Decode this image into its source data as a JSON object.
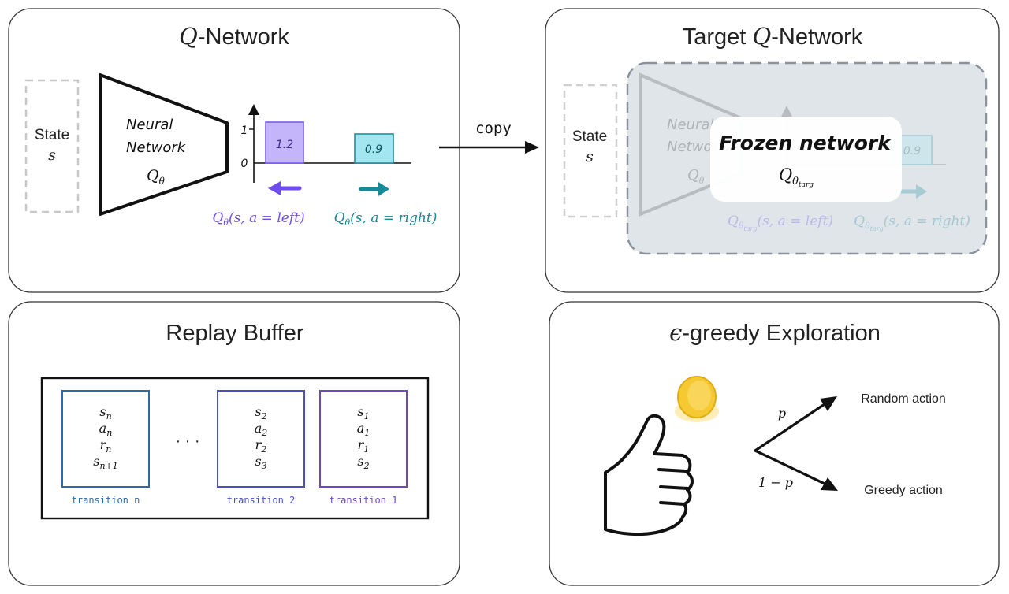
{
  "panels": {
    "qnet": {
      "title_var": "Q",
      "title_rest": "-Network",
      "state_label": "State",
      "state_var": "s",
      "nn_line1": "Neural",
      "nn_line2": "Network",
      "nn_q": "Q",
      "nn_q_sub": "θ",
      "tick_1": "1",
      "tick_0": "0",
      "bar_left_value": "1.2",
      "bar_right_value": "0.9",
      "label_left": "Q_θ(s, a = left)",
      "label_right": "Q_θ(s, a = right)"
    },
    "copy_label": "copy",
    "target": {
      "title_pre": "Target ",
      "title_var": "Q",
      "title_rest": "-Network",
      "state_label": "State",
      "state_var": "s",
      "nn_line1": "Neural",
      "nn_line2": "Network",
      "nn_q": "Q",
      "nn_q_sub": "θ",
      "bar_right_value": "0.9",
      "frozen_title": "Frozen network",
      "frozen_q": "Q",
      "frozen_sub": "θ",
      "frozen_subsub": "targ",
      "label_left": "Q_θtarg(s, a = left)",
      "label_right": "Q_θtarg(s, a = right)"
    },
    "replay": {
      "title": "Replay Buffer",
      "ellipsis": "· · ·",
      "transitions": [
        {
          "lines": [
            "s_n",
            "a_n",
            "r_n",
            "s_n+1"
          ],
          "caption": "transition n",
          "color": "#2c6aa8"
        },
        {
          "lines": [
            "s_2",
            "a_2",
            "r_2",
            "s_3"
          ],
          "caption": "transition 2",
          "color": "#4651c0"
        },
        {
          "lines": [
            "s_1",
            "a_1",
            "r_1",
            "s_2"
          ],
          "caption": "transition 1",
          "color": "#6d48c0"
        }
      ]
    },
    "epsilon": {
      "title_var": "ϵ",
      "title_rest": "-greedy Exploration",
      "prob_p": "p",
      "prob_1mp": "1 − p",
      "random_action": "Random action",
      "greedy_action": "Greedy action"
    }
  },
  "colors": {
    "panel_border": "#333333",
    "left_purple": "#6f4cf0",
    "right_teal": "#158a99",
    "bar_purple_fill": "#c4b5fb",
    "bar_teal_fill": "#a2e6ef",
    "frozen_overlay": "#c7d0d8",
    "coin": "#f6c933"
  }
}
